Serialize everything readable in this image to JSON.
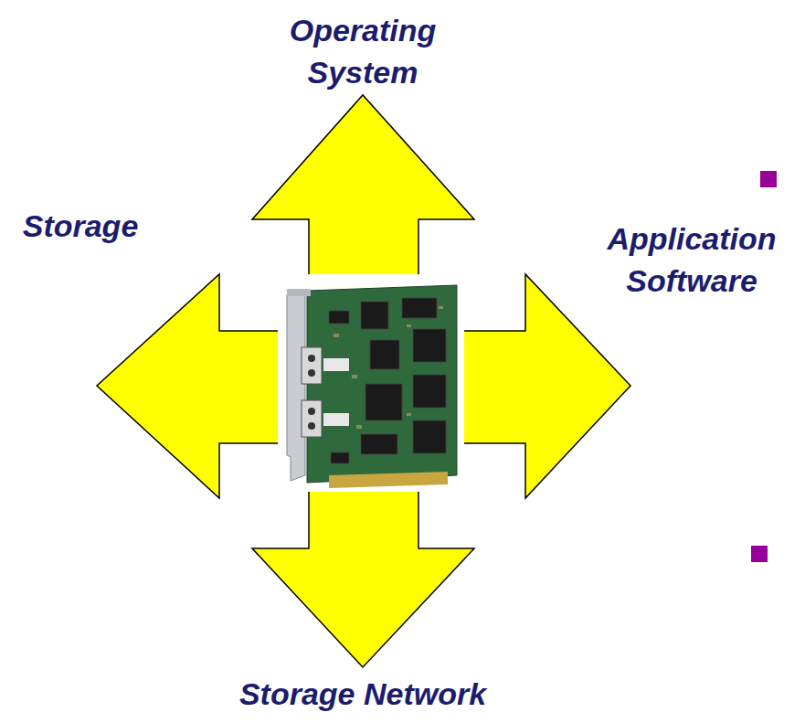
{
  "diagram": {
    "labels": [
      "Operating System",
      "Storage",
      "Application Software",
      "Storage Network"
    ]
  }
}
